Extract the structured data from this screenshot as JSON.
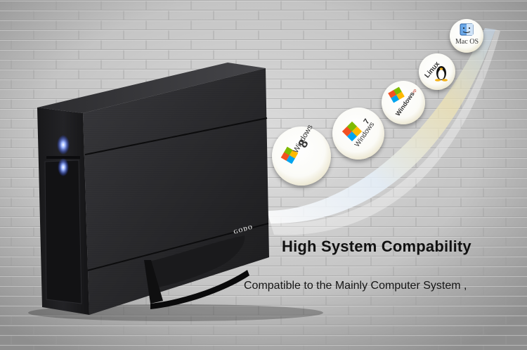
{
  "product": {
    "brand": "GODO"
  },
  "os_badges": [
    {
      "name": "Windows 8",
      "label": "Windows",
      "version": "8"
    },
    {
      "name": "Windows 7",
      "label": "Windows",
      "version": "7"
    },
    {
      "name": "Windows XP",
      "label": "Windows",
      "version": "xp"
    },
    {
      "name": "Linux",
      "label": "Linux"
    },
    {
      "name": "Mac OS",
      "label": "Mac OS"
    }
  ],
  "headline": "High System Compability",
  "subline": "Compatible to the Mainly Computer System ,",
  "colors": {
    "drive": "#1e1e20",
    "led": "#4d7cff",
    "badge_ring": "#e0b94a",
    "wall": "#c9c9c9"
  }
}
